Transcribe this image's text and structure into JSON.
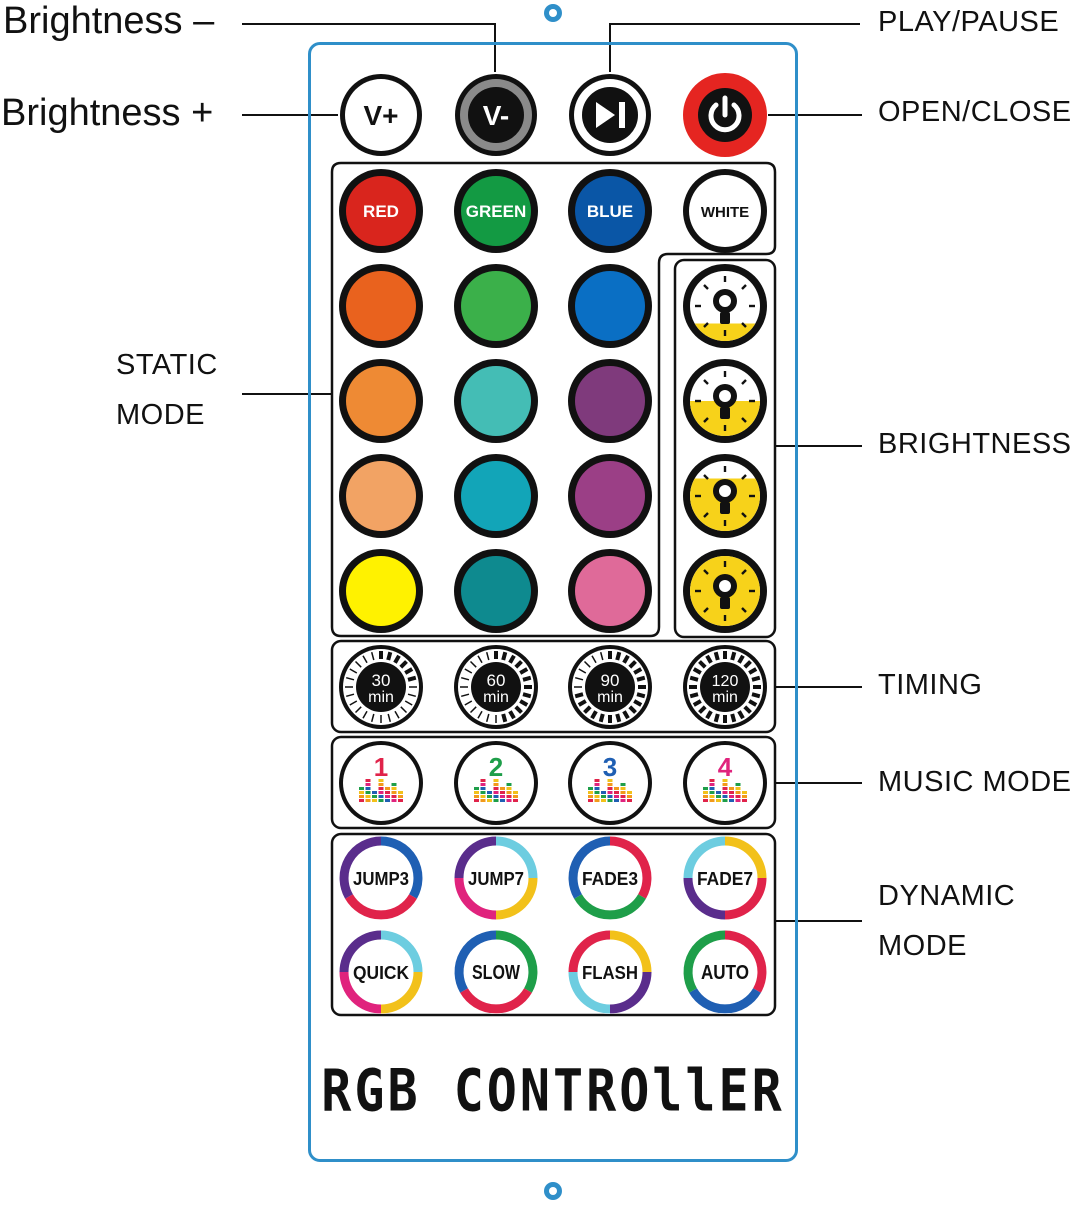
{
  "callouts": {
    "brightness_minus": "Brightness –",
    "brightness_plus": "Brightness +",
    "play_pause": "PLAY/PAUSE",
    "open_close": "OPEN/CLOSE",
    "static_mode_1": "STATIC",
    "static_mode_2": "MODE",
    "brightness": "BRIGHTNESS",
    "timing": "TIMING",
    "music_mode": "MUSIC MODE",
    "dynamic_mode_1": "DYNAMIC",
    "dynamic_mode_2": "MODE"
  },
  "top_buttons": [
    {
      "id": "v-plus",
      "label": "V+",
      "ring": "#111111",
      "fill": "#ffffff",
      "text": "#111111"
    },
    {
      "id": "v-minus",
      "label": "V-",
      "ring": "#111111",
      "fill": "#8a8a8a",
      "text": "#ffffff"
    },
    {
      "id": "play-pause",
      "label": "",
      "ring": "#111111",
      "fill": "#ffffff",
      "text": "#111111"
    },
    {
      "id": "power",
      "label": "",
      "ring": "#e52521",
      "fill": "#111111",
      "text": "#ffffff"
    }
  ],
  "primary_colors": [
    {
      "label": "RED",
      "color": "#d9251d"
    },
    {
      "label": "GREEN",
      "color": "#139a43"
    },
    {
      "label": "BLUE",
      "color": "#0a56a6"
    },
    {
      "label": "WHITE",
      "color": "#ffffff"
    }
  ],
  "static_colors": [
    [
      "#e9621e",
      "#3bb04a",
      "#0a6fc4"
    ],
    [
      "#ee8a34",
      "#44bdb5",
      "#7f3a7c"
    ],
    [
      "#f2a364",
      "#12a5b8",
      "#9b3f86"
    ],
    [
      "#fff200",
      "#0e8a8f",
      "#df6a99"
    ]
  ],
  "brightness_levels": [
    0.25,
    0.5,
    0.75,
    1.0
  ],
  "brightness_fill": "#f7d21a",
  "timing": [
    {
      "value": "30",
      "unit": "min"
    },
    {
      "value": "60",
      "unit": "min"
    },
    {
      "value": "90",
      "unit": "min"
    },
    {
      "value": "120",
      "unit": "min"
    }
  ],
  "music_modes": [
    {
      "label": "1",
      "color": "#e0234a"
    },
    {
      "label": "2",
      "color": "#1e9e49"
    },
    {
      "label": "3",
      "color": "#1f5fb3"
    },
    {
      "label": "4",
      "color": "#e0237d"
    }
  ],
  "dynamic_modes": [
    {
      "label": "JUMP3",
      "ring": [
        "#1f5fb3",
        "#e0234a",
        "#5a2d8c"
      ]
    },
    {
      "label": "JUMP7",
      "ring": [
        "#6dcde0",
        "#f2c11a",
        "#e0237d",
        "#5a2d8c"
      ]
    },
    {
      "label": "FADE3",
      "ring": [
        "#e0234a",
        "#1e9e49",
        "#1f5fb3"
      ]
    },
    {
      "label": "FADE7",
      "ring": [
        "#f2c11a",
        "#e0234a",
        "#5a2d8c",
        "#6dcde0"
      ]
    },
    {
      "label": "QUICK",
      "ring": [
        "#6dcde0",
        "#f2c11a",
        "#e0237d",
        "#5a2d8c"
      ]
    },
    {
      "label": "SLOW",
      "ring": [
        "#1e9e49",
        "#e0234a",
        "#1f5fb3"
      ]
    },
    {
      "label": "FLASH",
      "ring": [
        "#f2c11a",
        "#5a2d8c",
        "#6dcde0",
        "#e0234a"
      ]
    },
    {
      "label": "AUTO",
      "ring": [
        "#e0234a",
        "#1f5fb3",
        "#1e9e49"
      ]
    }
  ],
  "model_name": "RGB CONTROllER",
  "colors": {
    "body_border": "#2f8fc9",
    "group_border": "#111111"
  }
}
